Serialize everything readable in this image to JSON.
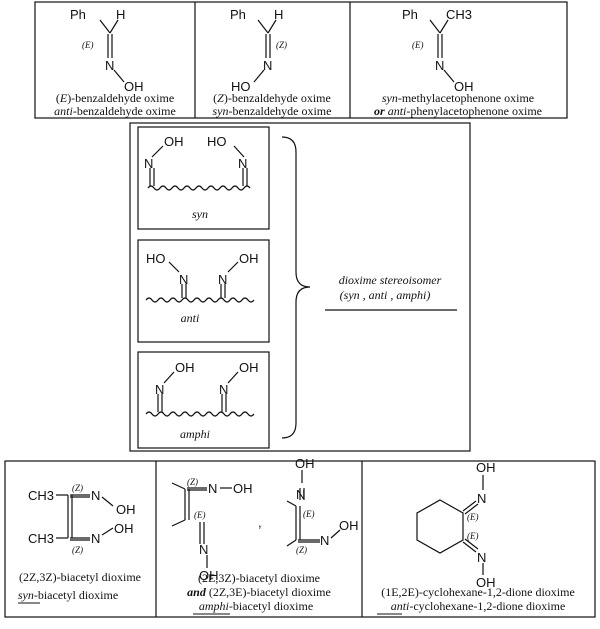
{
  "top_row": {
    "benz_e": {
      "ph": "Ph",
      "h": "H",
      "config": "(E)",
      "n": "N",
      "oh": "OH",
      "cap1_pre": "(",
      "cap1_it": "E",
      "cap1_post": ")-benzaldehyde oxime",
      "cap2_it": "anti",
      "cap2_post": "-benzaldehyde oxime"
    },
    "benz_z": {
      "ph": "Ph",
      "h": "H",
      "config": "(Z)",
      "n": "N",
      "ho": "HO",
      "cap1_pre": "(",
      "cap1_it": "Z",
      "cap1_post": ")-benzaldehyde oxime",
      "cap2_it": "syn",
      "cap2_post": "-benzaldehyde oxime"
    },
    "aceto": {
      "ph": "Ph",
      "ch3": "CH3",
      "config": "(E)",
      "n": "N",
      "oh": "OH",
      "cap1_it": "syn",
      "cap1_post": "-methylacetophenone oxime",
      "cap2_bold": "or",
      "cap2_it": "anti",
      "cap2_post": "-phenylacetophenone oxime"
    }
  },
  "middle": {
    "syn": {
      "oh1": "OH",
      "ho2": "HO",
      "n": "N",
      "label": "syn"
    },
    "anti": {
      "ho1": "HO",
      "oh2": "OH",
      "n": "N",
      "label": "anti"
    },
    "amphi": {
      "oh1": "OH",
      "oh2": "OH",
      "n": "N",
      "label": "amphi"
    },
    "brace_line1": "dioxime stereoisomer",
    "brace_line2": "(syn , anti , amphi)"
  },
  "bottom_row": {
    "biacetyl_syn": {
      "ch3": "CH3",
      "z": "(Z)",
      "n": "N",
      "oh": "OH",
      "cap1": "(2Z,3Z)-biacetyl dioxime",
      "cap2_it": "syn",
      "cap2_post": "-biacetyl dioxime"
    },
    "biacetyl_amphi": {
      "z": "(Z)",
      "e": "(E)",
      "n": "N",
      "oh": "OH",
      "comma": ",",
      "cap1": "(2E,3Z)-biacetyl dioxime",
      "cap2_bold": "and",
      "cap2_post": " (2Z,3E)-biacetyl dioxime",
      "cap3_it": "amphi",
      "cap3_post": "-biacetyl dioxime"
    },
    "cyclohexane": {
      "e": "(E)",
      "n": "N",
      "oh": "OH",
      "cap1": "(1E,2E)-cyclohexane-1,2-dione dioxime",
      "cap2_it": "anti",
      "cap2_post": "-cyclohexane-1,2-dione dioxime"
    }
  }
}
